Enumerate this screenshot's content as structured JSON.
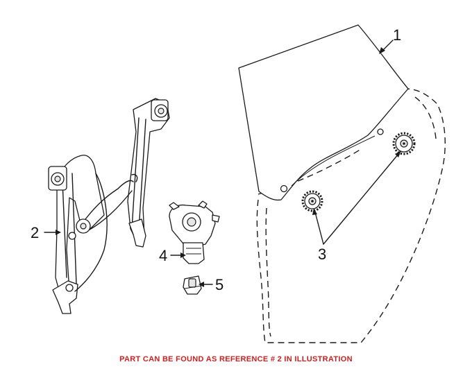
{
  "callouts": [
    {
      "id": "1",
      "text": "1"
    },
    {
      "id": "2",
      "text": "2"
    },
    {
      "id": "3",
      "text": "3"
    },
    {
      "id": "4",
      "text": "4"
    },
    {
      "id": "5",
      "text": "5"
    }
  ],
  "footer": {
    "text": "PART CAN BE FOUND AS REFERENCE # 2 IN ILLUSTRATION",
    "color": "#cc1f1f"
  }
}
